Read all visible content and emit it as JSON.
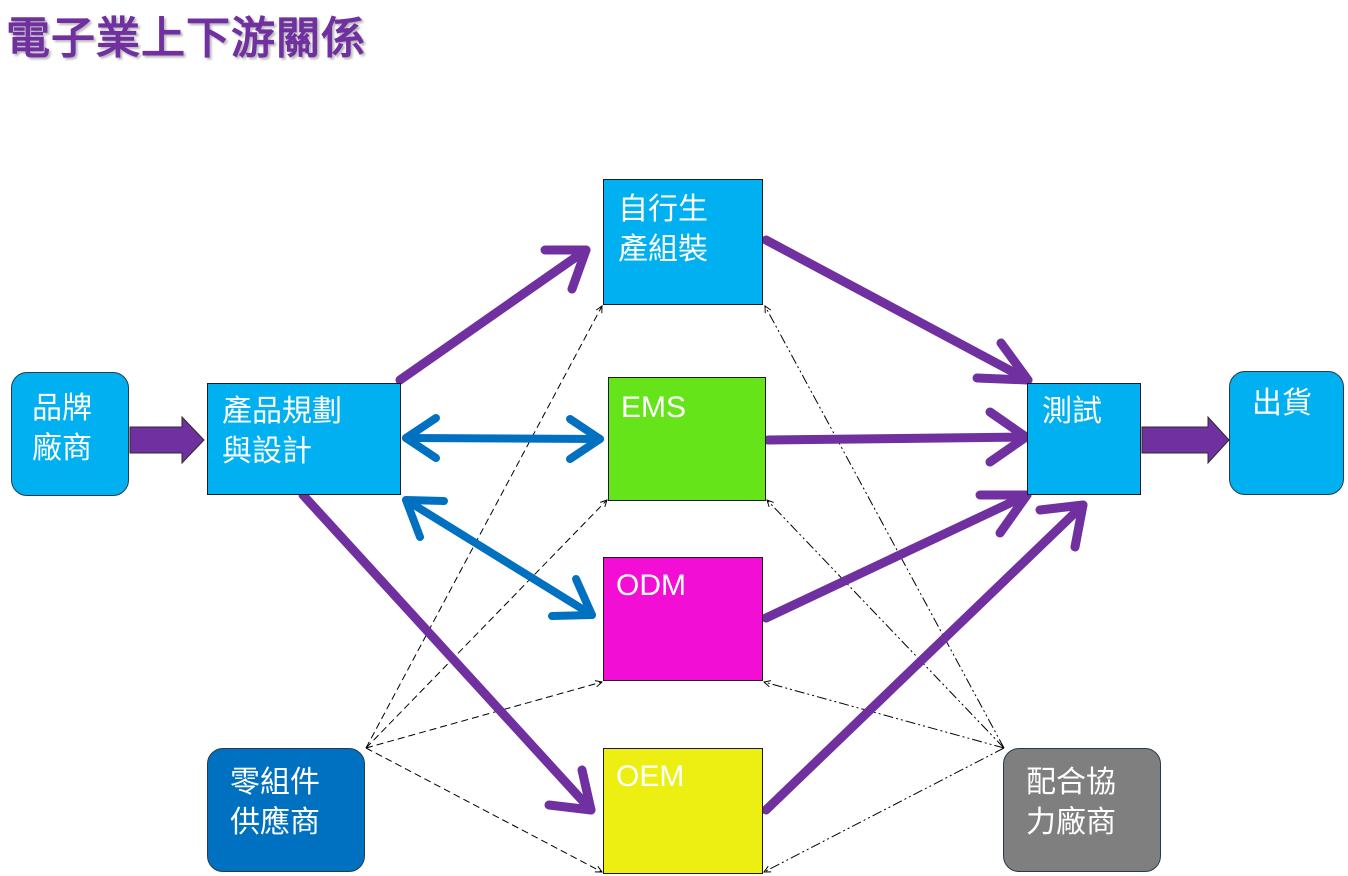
{
  "title": "電子業上下游關係",
  "nodes": {
    "brand": [
      "品牌",
      "廠商"
    ],
    "design": [
      "產品規劃",
      "與設計"
    ],
    "self": [
      "自行生",
      "產組裝"
    ],
    "ems": "EMS",
    "odm": "ODM",
    "oem": "OEM",
    "test": "測試",
    "ship": "出貨",
    "parts": [
      "零組件",
      "供應商"
    ],
    "partner": [
      "配合協",
      "力廠商"
    ]
  },
  "colors": {
    "title": "#7030a0",
    "flow_arrow": "#7030a0",
    "design_arrow": "#0070c0",
    "light_blue": "#00b0f0",
    "dark_blue": "#0070c0",
    "green": "#66e41a",
    "magenta": "#f30ed6",
    "yellow": "#ecef11",
    "gray": "#7f7f7f"
  }
}
